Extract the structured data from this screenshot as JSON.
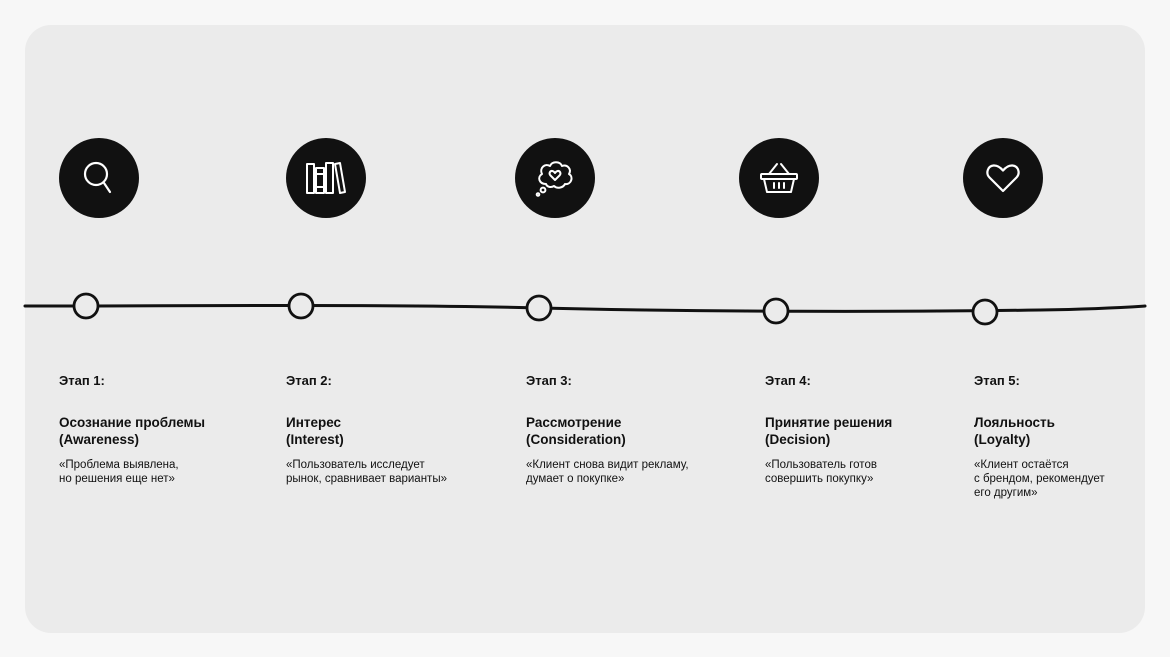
{
  "stages": [
    {
      "label": "Этап 1:",
      "title": "Осознание проблемы",
      "subtitle": "(Awareness)",
      "quote": "«Проблема выявлена,\nно решения еще нет»",
      "icon": "magnifier-icon"
    },
    {
      "label": "Этап 2:",
      "title": "Интерес",
      "subtitle": "(Interest)",
      "quote": "«Пользователь исследует\nрынок, сравнивает варианты»",
      "icon": "books-icon"
    },
    {
      "label": "Этап 3:",
      "title": "Рассмотрение",
      "subtitle": "(Consideration)",
      "quote": "«Клиент снова видит рекламу,\nдумает о покупке»",
      "icon": "thought-heart-icon"
    },
    {
      "label": "Этап 4:",
      "title": "Принятие решения",
      "subtitle": "(Decision)",
      "quote": "«Пользователь готов\nсовершить покупку»",
      "icon": "basket-icon"
    },
    {
      "label": "Этап 5:",
      "title": "Лояльность",
      "subtitle": "(Loyalty)",
      "quote": "«Клиент остаётся\nс брендом, рекомендует\nего другим»",
      "icon": "heart-icon"
    }
  ],
  "colors": {
    "background": "#ebebeb",
    "outer": "#f7f7f7",
    "ink": "#111111",
    "icon_fill": "#111111",
    "icon_stroke": "#ffffff"
  }
}
